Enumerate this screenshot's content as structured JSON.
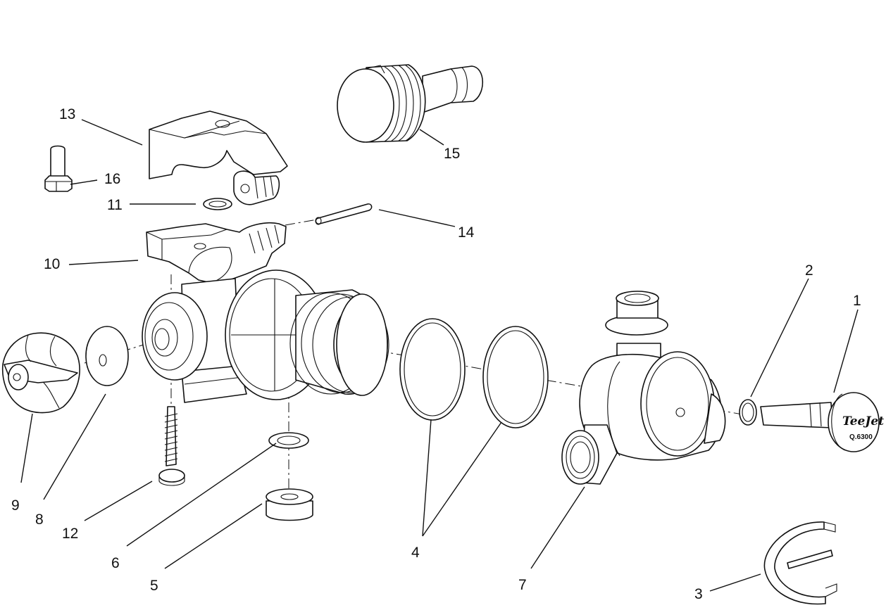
{
  "callouts": [
    {
      "id": "1",
      "label": "1"
    },
    {
      "id": "2",
      "label": "2"
    },
    {
      "id": "3",
      "label": "3"
    },
    {
      "id": "4",
      "label": "4"
    },
    {
      "id": "5",
      "label": "5"
    },
    {
      "id": "6",
      "label": "6"
    },
    {
      "id": "7",
      "label": "7"
    },
    {
      "id": "8",
      "label": "8"
    },
    {
      "id": "9",
      "label": "9"
    },
    {
      "id": "10",
      "label": "10"
    },
    {
      "id": "11",
      "label": "11"
    },
    {
      "id": "12",
      "label": "12"
    },
    {
      "id": "13",
      "label": "13"
    },
    {
      "id": "14",
      "label": "14"
    },
    {
      "id": "15",
      "label": "15"
    },
    {
      "id": "16",
      "label": "16"
    }
  ],
  "knob_brand": {
    "line1": "TeeJet",
    "line2": "Q.6300"
  }
}
